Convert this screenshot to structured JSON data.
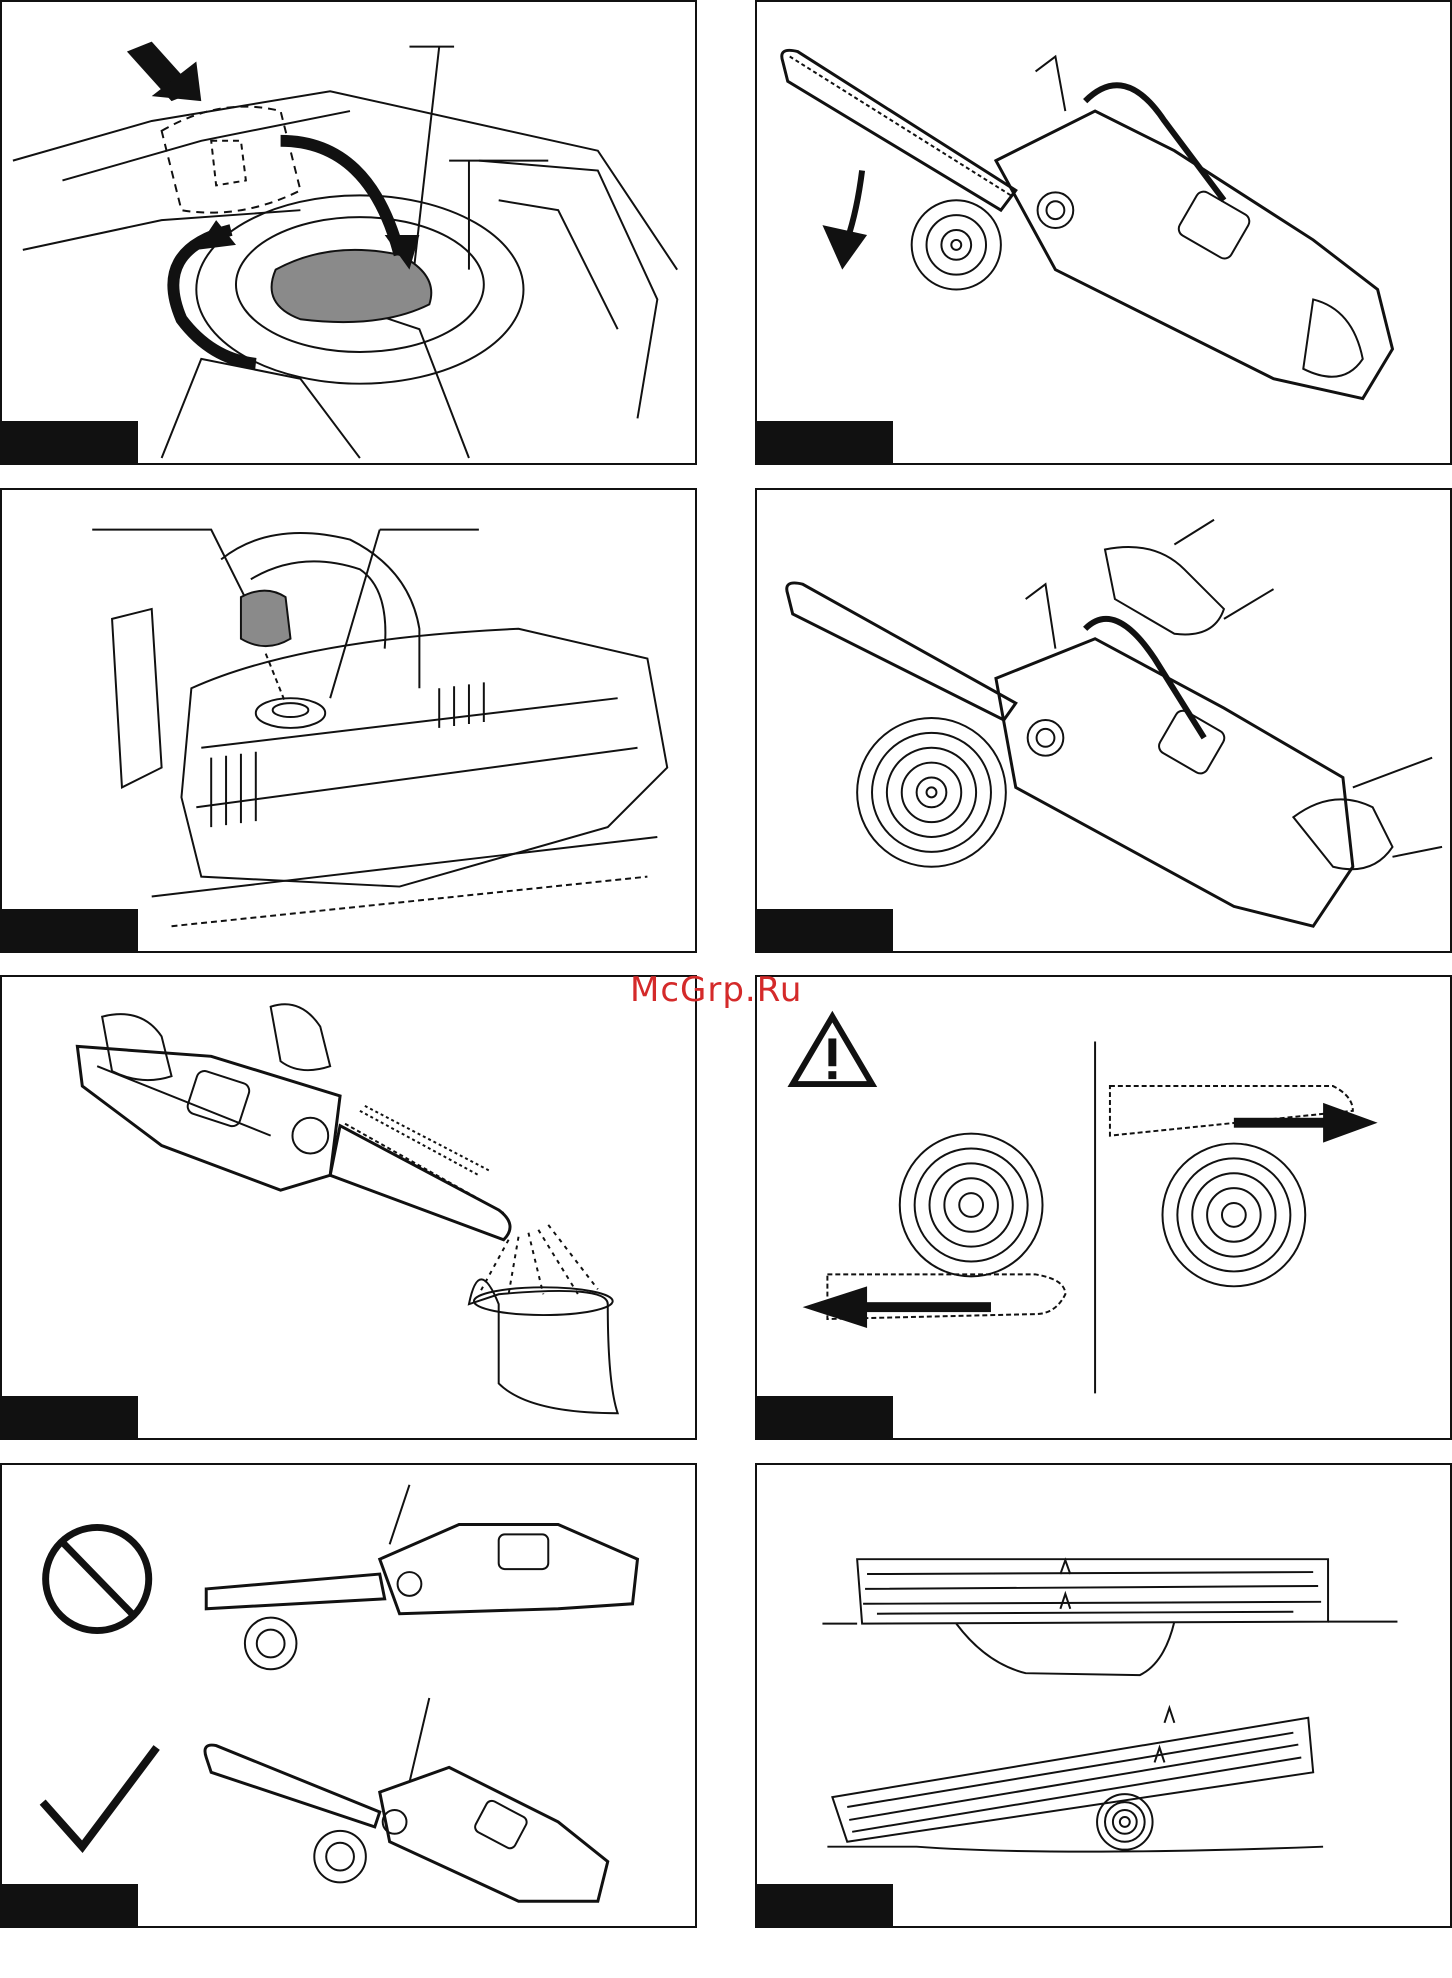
{
  "watermark": {
    "text": "McGrp.Ru",
    "color": "#d42a2a"
  },
  "figures": [
    {
      "id": "fig-1",
      "icon": "oil-cap-rotate-illustration"
    },
    {
      "id": "fig-2",
      "icon": "chainsaw-tilted-down-illustration"
    },
    {
      "id": "fig-3",
      "icon": "oil-cap-removed-illustration"
    },
    {
      "id": "fig-4",
      "icon": "chainsaw-hands-on-log-illustration"
    },
    {
      "id": "fig-5",
      "icon": "chainsaw-oil-spray-illustration"
    },
    {
      "id": "fig-6",
      "icon": "warning-pull-push-cut-illustration"
    },
    {
      "id": "fig-7",
      "icon": "prohibited-correct-position-illustration"
    },
    {
      "id": "fig-8",
      "icon": "log-support-cut-illustration"
    }
  ],
  "colors": {
    "ink": "#111111",
    "fill_gray": "#8a8a8a",
    "background": "#ffffff"
  }
}
